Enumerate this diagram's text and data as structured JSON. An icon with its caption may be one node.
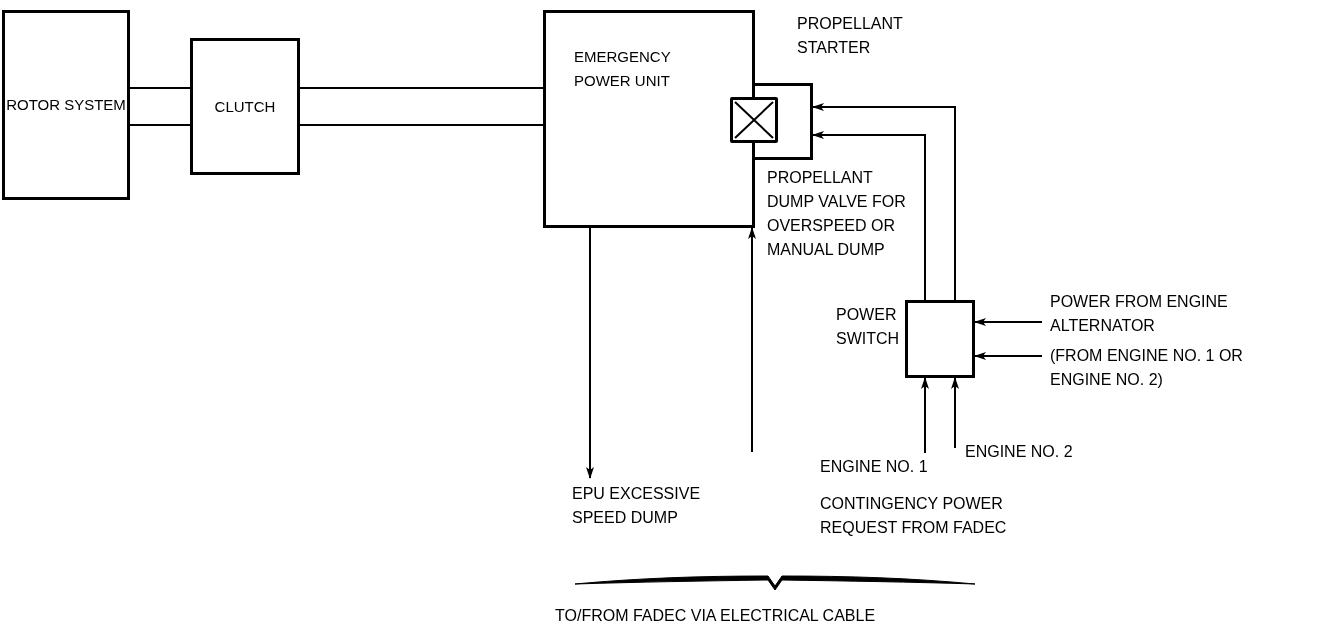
{
  "diagram": {
    "nodes": [
      {
        "text": [
          "ROTOR SYSTEM"
        ]
      },
      {
        "text": [
          "CLUTCH"
        ]
      },
      {
        "text": [
          "EMERGENCY POWER UNIT"
        ]
      },
      {
        "text": [
          "PROPELLANT STARTER"
        ]
      },
      {
        "text": [],
        "shape": "box"
      },
      {
        "text": [
          "POWER SWITCH"
        ]
      },
      {
        "text": [
          "POWER FROM ENGINE ALTERNATOR"
        ]
      },
      {
        "text": [
          "(FROM ENGINE NO. 1 OR ENGINE NO. 2)"
        ]
      },
      {
        "text": [
          "EPU EXCESSIVE SPEED DUMP"
        ]
      },
      {
        "text": [
          "ENGINE NO. 1"
        ]
      },
      {
        "text": [
          "ENGINE NO. 2"
        ]
      },
      {
        "text": [],
        "shape": "brace"
      }
    ],
    "edges": [
      {
        "from": 0,
        "to": 1,
        "arrow": "none"
      },
      {
        "from": 1,
        "to": 2,
        "arrow": "none"
      },
      {
        "from": 5,
        "to": 3,
        "arrow": "to"
      },
      {
        "from": 5,
        "to": 3,
        "arrow": "to"
      },
      {
        "from": 6,
        "to": 5,
        "arrow": "to"
      },
      {
        "from": 7,
        "to": 5,
        "arrow": "to"
      },
      {
        "from": 2,
        "to": 8,
        "arrow": "to"
      },
      {
        "from": null,
        "to": 2,
        "arrow": "to"
      },
      {
        "from": 9,
        "to": 5,
        "arrow": "to"
      },
      {
        "from": 10,
        "to": 5,
        "arrow": "to"
      }
    ],
    "labels": [
      "PROPELLANT DUMP VALVE FOR OVERSPEED OR MANUAL DUMP",
      "CONTINGENCY POWER REQUEST FROM FADEC",
      "TO/FROM FADEC VIA ELECTRICAL CABLE"
    ]
  }
}
